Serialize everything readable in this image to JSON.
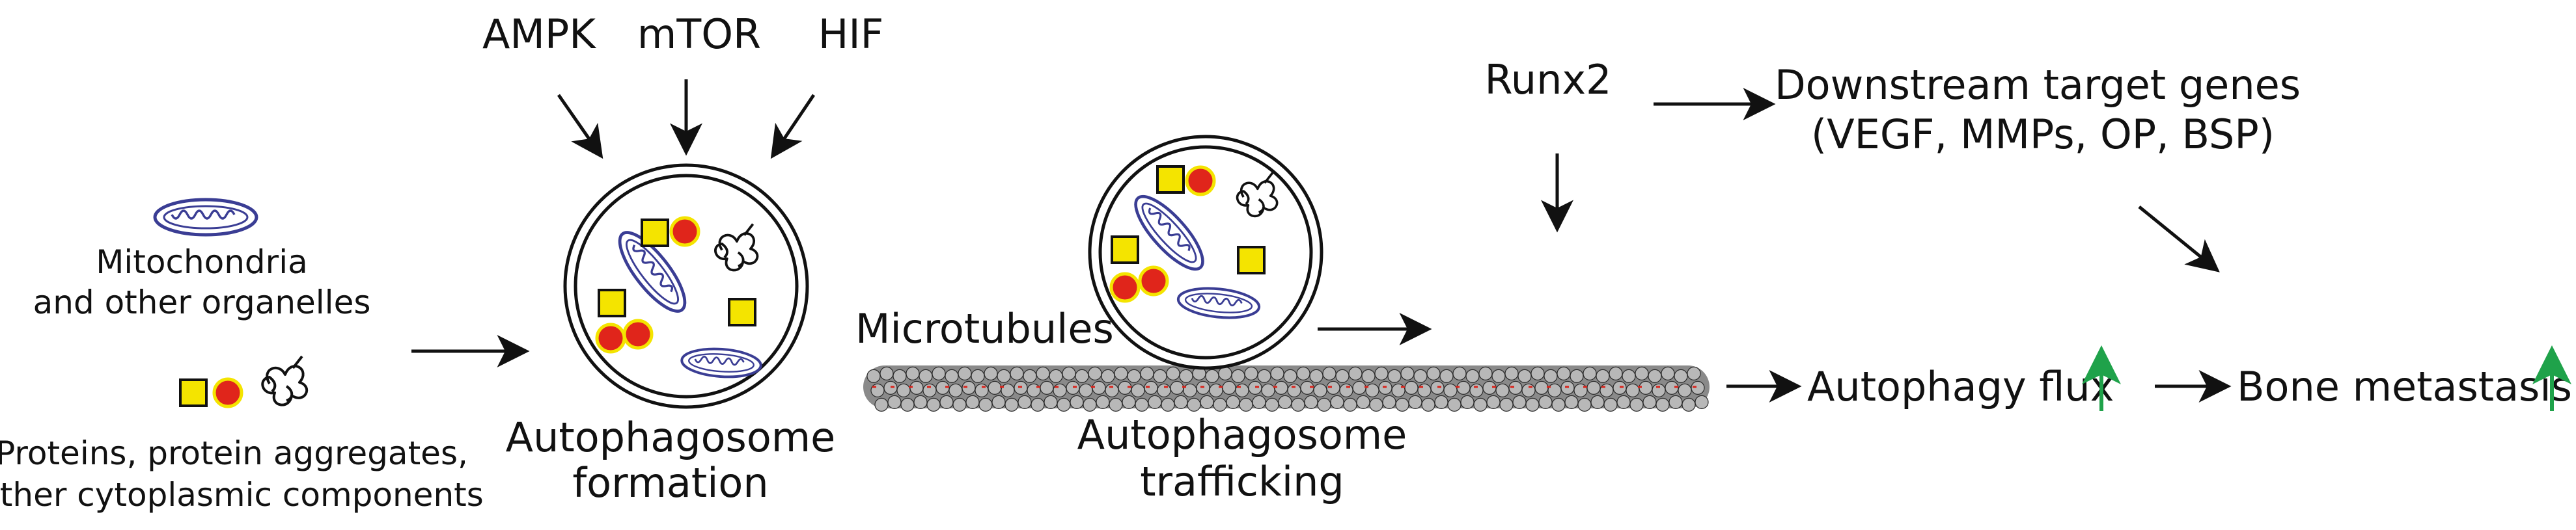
{
  "labels": {
    "ampk": "AMPK",
    "mtor": "mTOR",
    "hif": "HIF",
    "runx2": "Runx2",
    "downstream_line1": "Downstream target genes",
    "downstream_line2": "(VEGF, MMPs, OP, BSP)",
    "mito_line1": "Mitochondria",
    "mito_line2": "and other organelles",
    "proteins_line1": "Proteins, protein aggregates,",
    "proteins_line2": "other cytoplasmic components",
    "formation_line1": "Autophagosome",
    "formation_line2": "formation",
    "microtubules": "Microtubules",
    "trafficking_line1": "Autophagosome",
    "trafficking_line2": "trafficking",
    "autophagy_flux": "Autophagy flux",
    "bone_metastasis": "Bone metastasis"
  },
  "colors": {
    "arrow": "#111111",
    "mitochondria": "#3a3d94",
    "cargo_square": "#f4e400",
    "cargo_dot": "#e0251b",
    "cargo_dot_ring": "#f4e400",
    "up_arrow": "#1fa24a",
    "microtubule_light": "#b8b8b8",
    "microtubule_dark": "#3c3c3c",
    "microtubule_accent": "#d9241c"
  },
  "icons": {
    "mitochondrion": "mitochondrion-icon",
    "cargo": "protein-cargo-icon",
    "autophagosome": "autophagosome-icon",
    "increase": "up-arrow-icon"
  }
}
